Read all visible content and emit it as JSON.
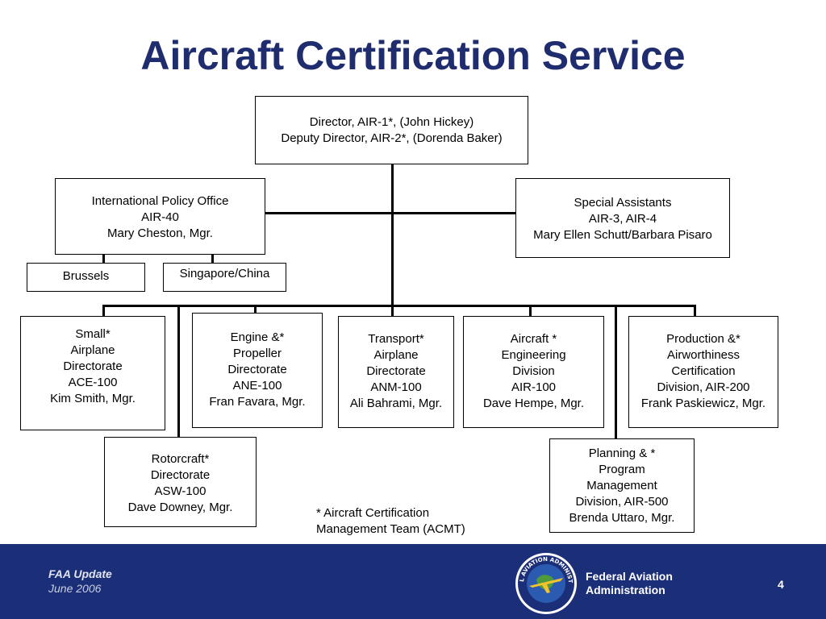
{
  "title": "Aircraft Certification Service",
  "director": {
    "line1": "Director, AIR-1*, (John Hickey)",
    "line2": "Deputy Director, AIR-2*, (Dorenda Baker)"
  },
  "intl_office": {
    "lines": [
      "International Policy Office",
      "AIR-40",
      "Mary Cheston, Mgr."
    ]
  },
  "special_assistants": {
    "lines": [
      "Special Assistants",
      "AIR-3, AIR-4",
      "Mary Ellen Schutt/Barbara Pisaro"
    ]
  },
  "brussels": "Brussels",
  "singapore": "Singapore/China",
  "small_airplane": {
    "lines": [
      "Small*",
      "Airplane",
      "Directorate",
      "ACE-100",
      "Kim Smith, Mgr."
    ]
  },
  "engine_propeller": {
    "lines": [
      "Engine &*",
      "Propeller",
      "Directorate",
      "ANE-100",
      "Fran Favara, Mgr."
    ]
  },
  "transport_airplane": {
    "lines": [
      "Transport*",
      "Airplane",
      "Directorate",
      "ANM-100",
      "Ali Bahrami, Mgr."
    ]
  },
  "aircraft_engineering": {
    "lines": [
      "Aircraft *",
      "Engineering",
      "Division",
      "AIR-100",
      "Dave Hempe, Mgr."
    ]
  },
  "production_airworthiness": {
    "lines": [
      "Production &*",
      "Airworthiness",
      "Certification",
      "Division, AIR-200",
      "Frank Paskiewicz, Mgr."
    ]
  },
  "rotorcraft": {
    "lines": [
      "Rotorcraft*",
      "Directorate",
      "ASW-100",
      "Dave Downey, Mgr."
    ]
  },
  "planning_program": {
    "lines": [
      "Planning & *",
      "Program",
      "Management",
      "Division, AIR-500",
      "Brenda Uttaro, Mgr."
    ]
  },
  "footnote": {
    "lines": [
      "* Aircraft Certification",
      "Management Team (ACMT)"
    ]
  },
  "footer": {
    "left_title": "FAA Update",
    "left_date": "June 2006",
    "agency_line1": "Federal Aviation",
    "agency_line2": "Administration",
    "page_number": "4",
    "seal_text": "FEDERAL AVIATION ADMINISTRATION"
  },
  "colors": {
    "title": "#1f2d6e",
    "footer_bg": "#1b2e78"
  }
}
